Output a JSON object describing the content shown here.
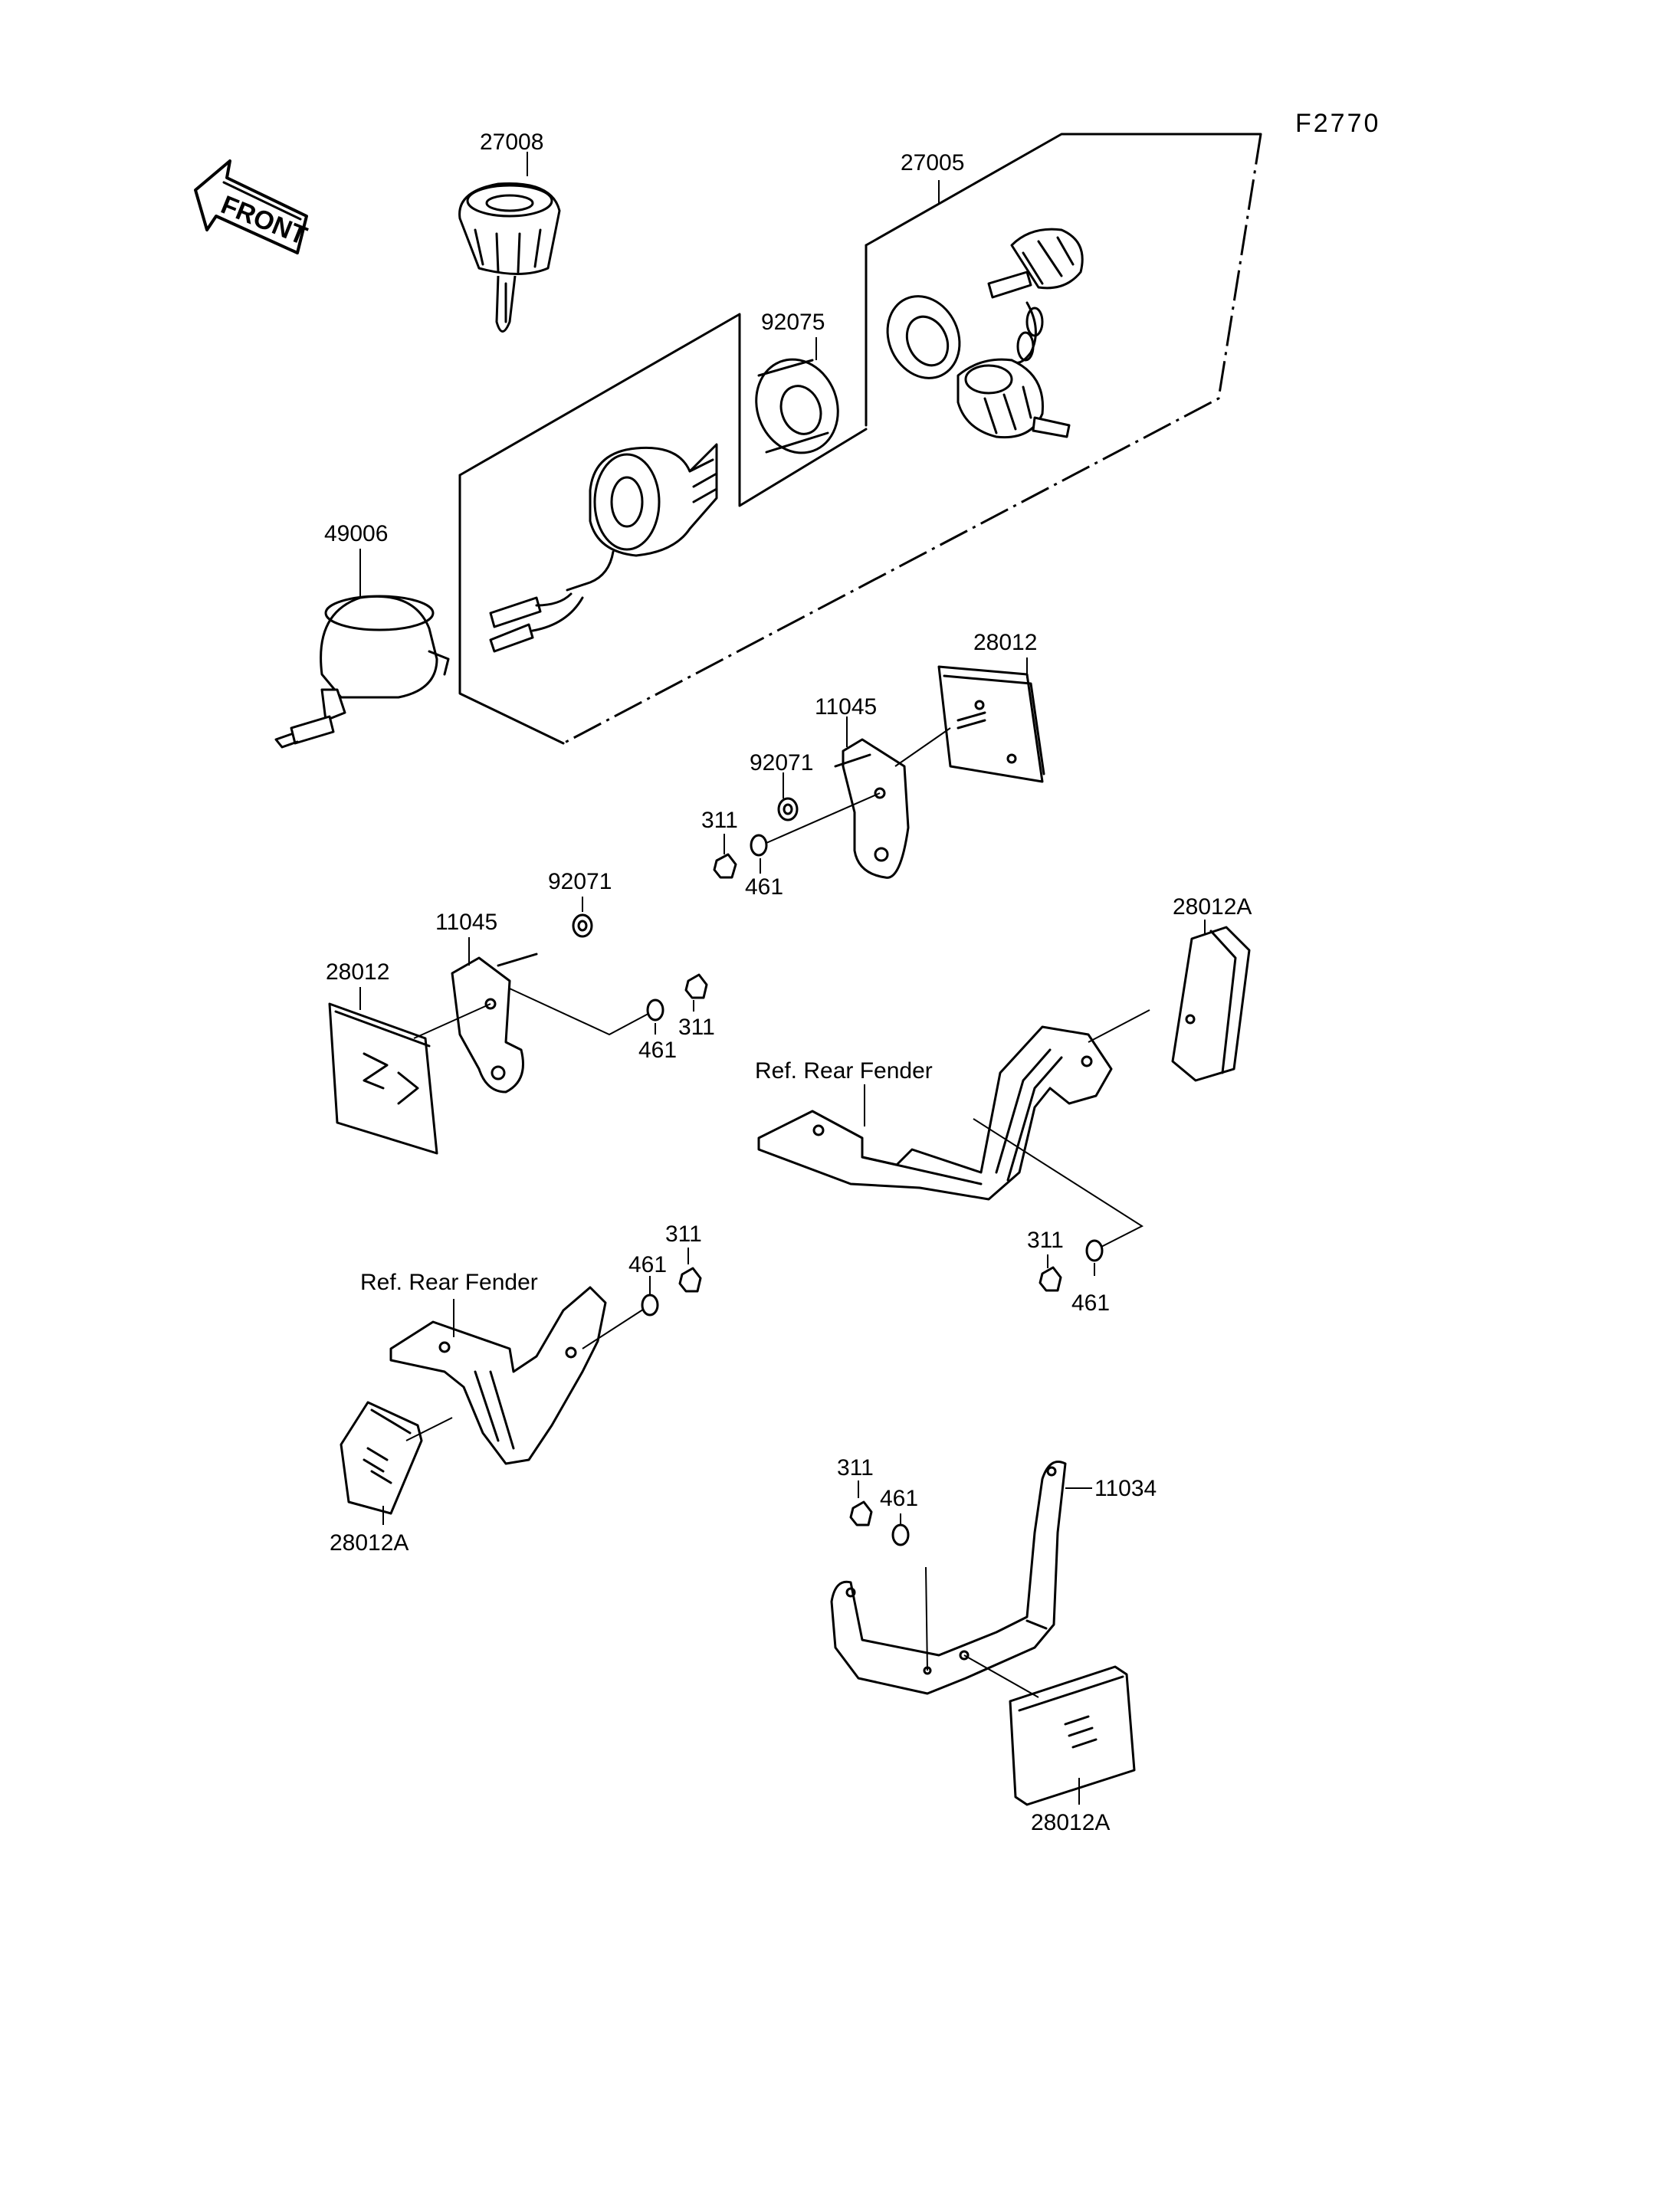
{
  "figure_code": "F2770",
  "front_label": "FRONT",
  "parts": {
    "p27008": "27008",
    "p27005": "27005",
    "p92075": "92075",
    "p49006": "49006",
    "p28012_a": "28012",
    "p11045_a": "11045",
    "p92071_a": "92071",
    "p311_a": "311",
    "p461_a": "461",
    "p92071_b": "92071",
    "p11045_b": "11045",
    "p28012_b": "28012",
    "p461_b": "461",
    "p311_b": "311",
    "p28012A_a": "28012A",
    "ref_rear_fender_a": "Ref. Rear Fender",
    "p311_c": "311",
    "p461_c": "461",
    "p311_d": "311",
    "p461_d": "461",
    "ref_rear_fender_b": "Ref. Rear Fender",
    "p28012A_b": "28012A",
    "p311_e": "311",
    "p461_e": "461",
    "p11034": "11034",
    "p28012A_c": "28012A"
  }
}
